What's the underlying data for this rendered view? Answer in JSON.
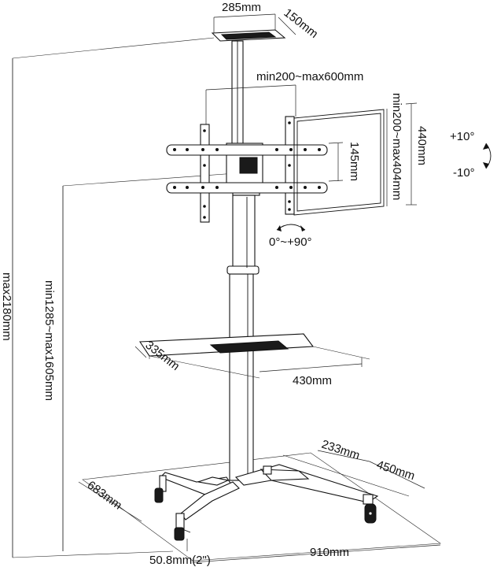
{
  "dimensions": {
    "top_plate_width": "285mm",
    "top_plate_depth": "150mm",
    "vesa_horizontal": "min200~max600mm",
    "bracket_height": "440mm",
    "vesa_vertical": "min200~max404mm",
    "bracket_spacing": "145mm",
    "overall_height": "max2180mm",
    "center_height": "min1285~max1605mm",
    "shelf_depth": "335mm",
    "shelf_width": "430mm",
    "base_foot_width": "233mm",
    "base_side_depth": "450mm",
    "base_depth": "683mm",
    "base_width": "910mm",
    "caster_size": "50.8mm(2\")"
  },
  "adjustments": {
    "tilt_up": "+10°",
    "tilt_down": "-10°",
    "rotation": "0°~+90°"
  }
}
